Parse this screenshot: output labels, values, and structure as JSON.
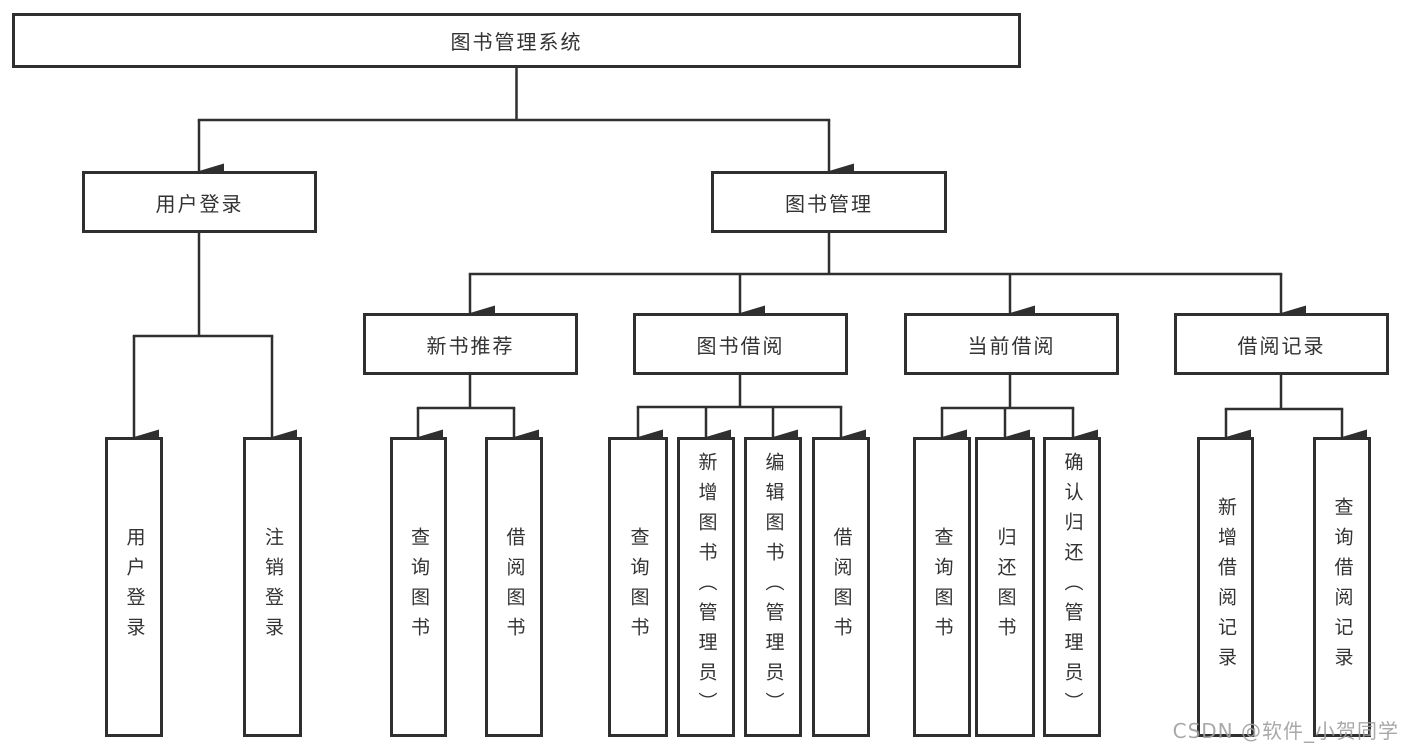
{
  "diagram": {
    "watermark": "CSDN @软件_小贺同学",
    "colors": {
      "line": "#2f2f2f",
      "box_border": "#2f2f2f",
      "box_fill": "#ffffff",
      "text": "#333333",
      "watermark": "#a0a0a0"
    },
    "nodes": {
      "root": {
        "label": "图书管理系统"
      },
      "user_login": {
        "label": "用户登录"
      },
      "book_mgmt": {
        "label": "图书管理"
      },
      "user_login_leaf": {
        "label": "用户登录"
      },
      "logout_leaf": {
        "label": "注销登录"
      },
      "new_book_rec": {
        "label": "新书推荐"
      },
      "book_borrow": {
        "label": "图书借阅"
      },
      "current_borrow": {
        "label": "当前借阅"
      },
      "borrow_records": {
        "label": "借阅记录"
      },
      "rec_query_books": {
        "label": "查询图书"
      },
      "rec_borrow_books": {
        "label": "借阅图书"
      },
      "bb_query_books": {
        "label": "查询图书"
      },
      "bb_add_books": {
        "label": "新增图书（管理员）"
      },
      "bb_edit_books": {
        "label": "编辑图书（管理员）"
      },
      "bb_borrow_books": {
        "label": "借阅图书"
      },
      "cb_query_books": {
        "label": "查询图书"
      },
      "cb_return_books": {
        "label": "归还图书"
      },
      "cb_confirm_return": {
        "label": "确认归还（管理员）"
      },
      "br_add_record": {
        "label": "新增借阅记录"
      },
      "br_query_record": {
        "label": "查询借阅记录"
      }
    }
  }
}
